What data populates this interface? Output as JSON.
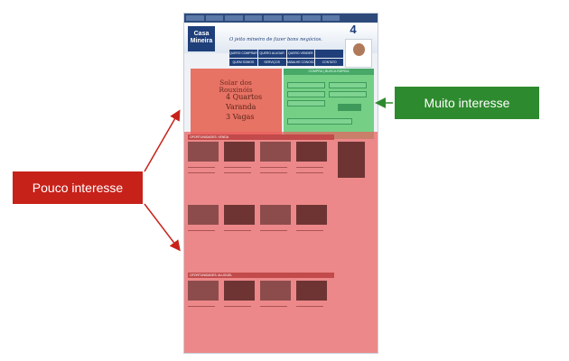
{
  "callouts": {
    "low_interest": "Pouco interesse",
    "high_interest": "Muito interesse",
    "low_color": "#c7221a",
    "high_color": "#2e8a2e"
  },
  "site": {
    "logo_line1": "Casa",
    "logo_line2": "Mineira",
    "tagline": "O jeito mineiro de fazer bons negócios.",
    "anniversary": "4",
    "nav": [
      "QUERO COMPRAR",
      "QUERO ALUGAR",
      "QUERO VENDER",
      "",
      "QUEM SOMOS",
      "SERVIÇOS",
      "TRABALHE CONOSCO",
      "CONTATO"
    ],
    "promo": {
      "title": "Solar dos Rouxinóis",
      "details": [
        "4 Quartos",
        "Varanda",
        "3 Vagas"
      ]
    },
    "search_header": "COMPRA | BUSCA RÁPIDA",
    "sections": [
      "OPORTUNIDADES: VENDA",
      "OPORTUNIDADES: ALUGUEL"
    ]
  }
}
